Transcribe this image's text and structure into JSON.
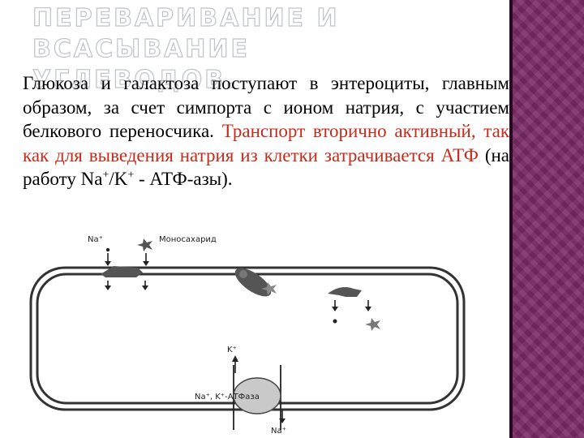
{
  "title": {
    "line1": "ПЕРЕВАРИВАНИЕ И ВСАСЫВАНИЕ",
    "line2": "УГЛЕВОДОВ."
  },
  "body": {
    "text_black": "Глюкоза и галактоза поступают в энтероциты, главным образом, за счет симпорта с ионом натрия, с участием белкового переносчика.",
    "text_red": "Транспорт вторично активный, так как для выведения натрия из клетки затрачивается АТФ",
    "text_tail_pre": "(на работу Na",
    "sup1": "+",
    "mid": "/K",
    "sup2": "+",
    "text_tail_post": " - АТФ-азы)."
  },
  "diagram": {
    "na_top": "Na⁺",
    "monosaccharide": "Моносахарид",
    "k_label": "K⁺",
    "pump_label": "Na⁺, K⁺-АТФаза",
    "na_bottom": "Na⁺"
  },
  "colors": {
    "accent_red": "#c82a1a",
    "band": "#7a2a66"
  }
}
